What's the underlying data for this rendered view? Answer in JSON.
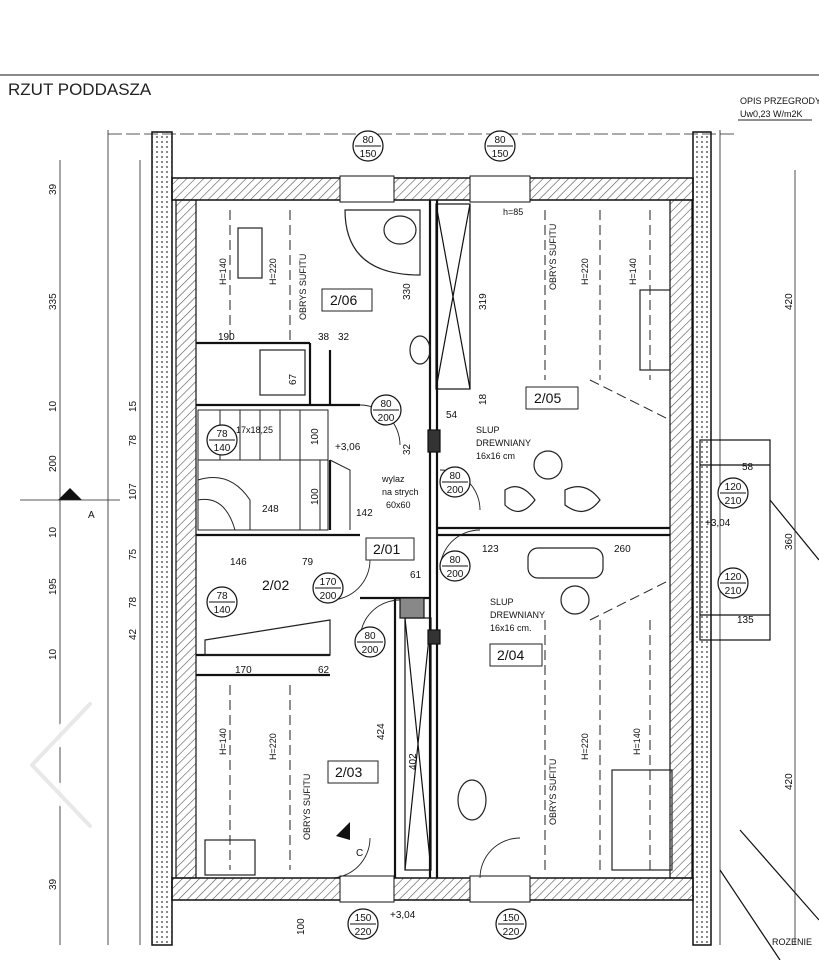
{
  "plan": {
    "title": "RZUT PODDASZA",
    "stamp": "Uw0,23 W/m2K",
    "rooms": {
      "r206": "2/06",
      "r205": "2/05",
      "r201": "2/01",
      "r202": "2/02",
      "r203": "2/03",
      "r204": "2/04"
    },
    "levels": {
      "l1": "+3,06",
      "l2": "+3,04",
      "l3": "+3,04"
    },
    "columns": {
      "c1_title": "SLUP",
      "c1_sub": "DREWNIANY",
      "c1_size": "16x16 cm",
      "c2_title": "SLUP",
      "c2_sub": "DREWNIANY",
      "c2_size": "16x16 cm."
    },
    "hatch": {
      "line1": "wylaz",
      "line2": "na strych",
      "line3": "60x60"
    },
    "ceiling_outline": "OBRYS SUFITU",
    "section_a": "A",
    "section_c": "C",
    "edge_note": "ROZENIE",
    "dims": {
      "d1": "39",
      "d2": "335",
      "d3": "10",
      "d4": "78",
      "d5": "15",
      "d6": "200",
      "d7": "107",
      "d8": "10",
      "d9": "75",
      "d10": "195",
      "d11": "78",
      "d12": "42",
      "d13": "10",
      "d14": "39",
      "d15": "420",
      "d16": "360",
      "d17": "420",
      "d18": "190",
      "d19": "38",
      "d20": "32",
      "d21": "67",
      "d22": "319",
      "d23": "330",
      "d24": "54",
      "d25": "18",
      "d26": "32",
      "d27": "248",
      "d28": "142",
      "d29": "146",
      "d30": "79",
      "d31": "61",
      "d32": "123",
      "d33": "260",
      "d34": "170",
      "d35": "62",
      "d36": "424",
      "d37": "402",
      "d38": "135",
      "d39": "58",
      "d40": "100",
      "d41": "100",
      "d42": "h=85",
      "d43": "H=140",
      "d44": "H=220",
      "d45": "H=220",
      "d46": "H=140",
      "d47": "H=140",
      "d48": "H=220",
      "d49": "H=220",
      "d50": "H=140",
      "d51": "17x18,25",
      "d52": "100"
    },
    "openings": {
      "w1": [
        "80",
        "150"
      ],
      "w2": [
        "80",
        "150"
      ],
      "w3": [
        "78",
        "140"
      ],
      "w4": [
        "78",
        "140"
      ],
      "w5": [
        "120",
        "210"
      ],
      "w6": [
        "120",
        "210"
      ],
      "w7": [
        "150",
        "220"
      ],
      "w8": [
        "150",
        "220"
      ],
      "dr1": [
        "80",
        "200"
      ],
      "dr2": [
        "80",
        "200"
      ],
      "dr3": [
        "80",
        "200"
      ],
      "dr4": [
        "170",
        "200"
      ],
      "dr5": [
        "80",
        "200"
      ]
    }
  },
  "nav": {
    "back_label": "previous"
  }
}
